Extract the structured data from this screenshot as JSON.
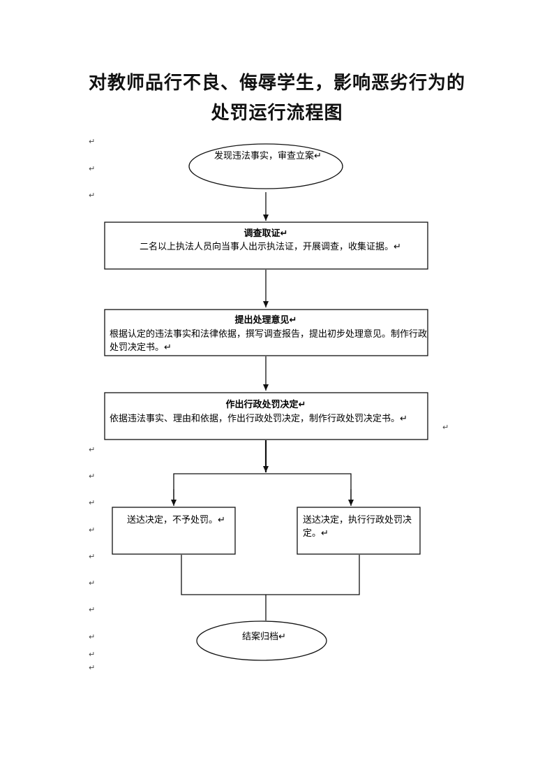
{
  "title": {
    "line1": "对教师品行不良、侮辱学生，影响恶劣行为的",
    "line2": "处罚运行流程图"
  },
  "paragraph_mark": "↵",
  "nodes": {
    "start": {
      "text": "发现违法事实，审查立案↵"
    },
    "investigate": {
      "heading": "调查取证↵",
      "lines": [
        "二名以上执法人员向当事人出示执法证，开展调查，收集证据。↵"
      ]
    },
    "propose": {
      "heading": "提出处理意见↵",
      "lines": [
        "根据认定的违法事实和法律依据，撰写调查报告，提出初步处理意见。制作行政",
        "处罚决定书。↵"
      ]
    },
    "decide": {
      "heading": "作出行政处罚决定↵",
      "lines": [
        "依据违法事实、理由和依据，作出行政处罚决定，制作行政处罚决定书。↵"
      ]
    },
    "no_penalty": {
      "lines": [
        "送达决定，不予处罚。↵"
      ]
    },
    "execute": {
      "lines": [
        "送达决定，执行行政处罚决",
        "定。↵"
      ]
    },
    "end": {
      "text": "结案归档↵"
    }
  }
}
